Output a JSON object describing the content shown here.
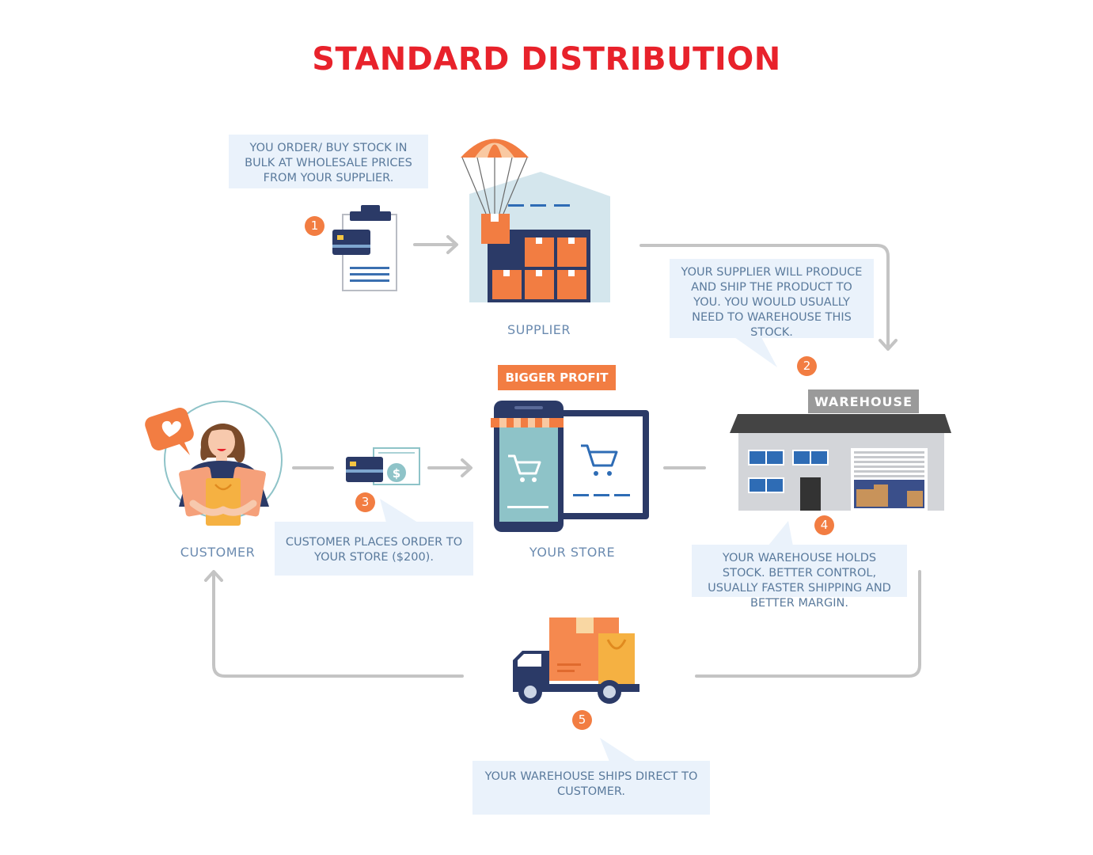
{
  "title": "STANDARD DISTRIBUTION",
  "nodes": {
    "supplier": "SUPPLIER",
    "your_store": "YOUR STORE",
    "customer": "CUSTOMER",
    "warehouse_sign": "WAREHOUSE"
  },
  "tag": "BIGGER PROFIT $$",
  "steps": [
    {
      "number": "1",
      "text": "YOU ORDER/ BUY STOCK IN BULK AT WHOLESALE PRICES FROM YOUR SUPPLIER."
    },
    {
      "number": "2",
      "text": "YOUR SUPPLIER WILL PRODUCE AND SHIP THE PRODUCT TO YOU. YOU WOULD USUALLY NEED TO WAREHOUSE THIS STOCK."
    },
    {
      "number": "3",
      "text": "CUSTOMER PLACES ORDER TO YOUR STORE ($200)."
    },
    {
      "number": "4",
      "text": "YOUR WAREHOUSE HOLDS STOCK. BETTER CONTROL, USUALLY FASTER SHIPPING AND BETTER MARGIN."
    },
    {
      "number": "5",
      "text": "YOUR WAREHOUSE SHIPS DIRECT TO CUSTOMER."
    }
  ],
  "colors": {
    "title": "#e8222b",
    "accent": "#f27d42",
    "navy": "#2b3a67",
    "bubble_bg": "#eaf2fb",
    "bubble_text": "#5a7a9c",
    "arrow": "#c4c4c4"
  }
}
